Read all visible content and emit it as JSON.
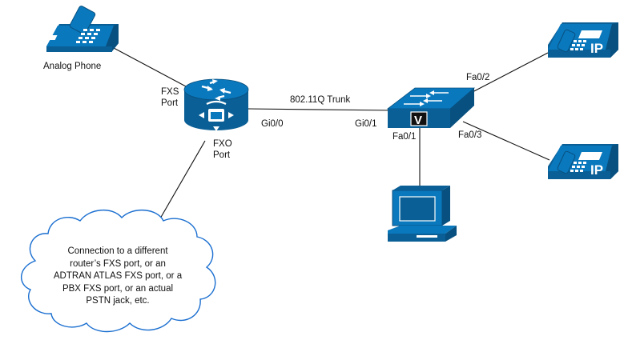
{
  "devices": {
    "analog_phone": {
      "label": "Analog Phone"
    },
    "router": {
      "fxs_label": [
        "FXS",
        "Port"
      ],
      "fxo_label": [
        "FXO",
        "Port"
      ]
    },
    "switch": {
      "badge": "V"
    },
    "ip_phone_top": {
      "badge": "IP"
    },
    "ip_phone_bottom": {
      "badge": "IP"
    }
  },
  "links": {
    "trunk": {
      "label": "802.11Q Trunk",
      "router_port": "Gi0/0",
      "switch_port": "Gi0/1"
    },
    "pc_port": "Fa0/1",
    "ip_phone_top_port": "Fa0/2",
    "ip_phone_bottom_port": "Fa0/3"
  },
  "cloud": {
    "lines": [
      "Connection to a different",
      "router’s FXS port, or an",
      "ADTRAN ATLAS FXS port, or a",
      "PBX FXS port, or an actual",
      "PSTN jack, etc."
    ]
  },
  "colors": {
    "device_blue": "#0a78bd",
    "device_dark": "#0a5f96",
    "link": "#111111",
    "cloud_stroke": "#1b6fd0"
  }
}
